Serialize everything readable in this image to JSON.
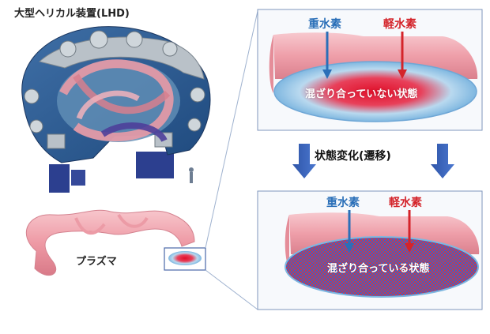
{
  "device": {
    "title": "大型ヘリカル装置(LHD)"
  },
  "plasma": {
    "label": "プラズマ"
  },
  "top_panel": {
    "deuterium_label": "重水素",
    "hydrogen_label": "軽水素",
    "state_text": "混ざり合っていない状態"
  },
  "transition": {
    "label": "状態変化(遷移)"
  },
  "bottom_panel": {
    "deuterium_label": "重水素",
    "hydrogen_label": "軽水素",
    "state_text": "混ざり合っている状態"
  },
  "colors": {
    "deuterium": "#2a6fb8",
    "hydrogen": "#d4242a",
    "plasma_tube": "#f0a8b0",
    "arrow_blue": "#3a66c0",
    "panel_border": "#7f96bd"
  },
  "icons": [
    "down-arrow-icon",
    "vessel-illustration",
    "plasma-tube-illustration"
  ]
}
